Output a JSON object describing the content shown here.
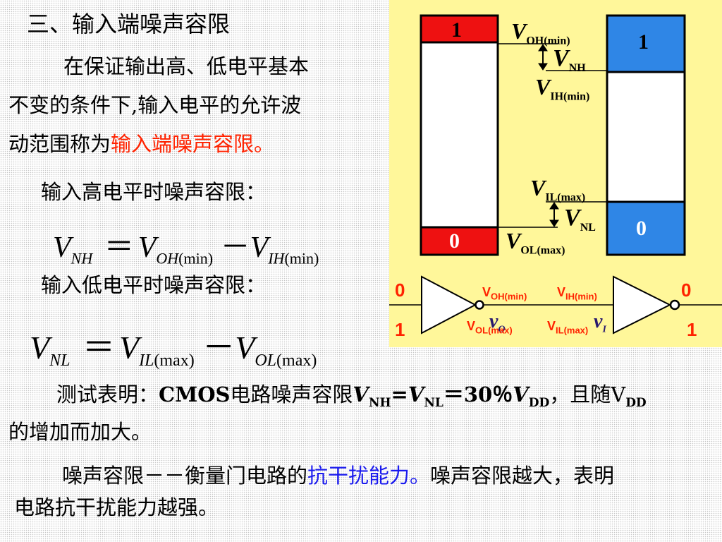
{
  "slide": {
    "heading": "三、输入端噪声容限",
    "intro_line1": "在保证输出高、低电平基本",
    "intro_line2": "不变的条件下,输入电平的允许波",
    "intro_line3_prefix": "动范围称为",
    "intro_line3_highlight": "输入端噪声容限。",
    "high_label": "输入高电平时噪声容限：",
    "formula_nh": {
      "lhs": "V",
      "lhs_sub": "NH",
      "eq": "＝",
      "a": "V",
      "a_sub": "OH",
      "a_suffix": "(min)",
      "minus": "－",
      "b": "V",
      "b_sub": "IH",
      "b_suffix": "(min)"
    },
    "low_label": "输入低电平时噪声容限：",
    "formula_nl": {
      "lhs": "V",
      "lhs_sub": "NL",
      "eq": "＝",
      "a": "V",
      "a_sub": "IL",
      "a_suffix": "(max)",
      "minus": "－",
      "b": "V",
      "b_sub": "OL",
      "b_suffix": "(max)"
    },
    "test_prefix": "测试表明：",
    "test_cmos": "CMOS",
    "test_mid": "电路噪声容限",
    "test_v1": "V",
    "test_v1_sub": "NH",
    "test_eq1": "=",
    "test_v2": "V",
    "test_v2_sub": "NL",
    "test_eq2": "＝30％",
    "test_v3": "V",
    "test_v3_sub": "DD",
    "test_suffix": "，且随V",
    "test_suffix_sub": "DD",
    "test_line2": "的增加而加大。",
    "last_prefix": "噪声容限－－衡量门电路的",
    "last_highlight": "抗干扰能力。",
    "last_suffix": "噪声容限越大，表明",
    "last_line2": "电路抗干扰能力越强。"
  },
  "diagram": {
    "left_high": "1",
    "left_low": "0",
    "right_high": "1",
    "right_low": "0",
    "v_oh_min": "V",
    "v_oh_min_sub": "OH(min)",
    "v_nh": "V",
    "v_nh_sub": "NH",
    "v_ih_min": "V",
    "v_ih_min_sub": "IH(min)",
    "v_il_max": "V",
    "v_il_max_sub": "IL(max)",
    "v_nl": "V",
    "v_nl_sub": "NL",
    "v_ol_max": "V",
    "v_ol_max_sub": "OL(max)",
    "colors": {
      "panel": "#fff79a",
      "red_band": "#ee1111",
      "blue_band": "#2f86e6",
      "highlight_red": "#ff2200",
      "highlight_blue": "#1a1aee"
    }
  },
  "gates": {
    "in_top": "0",
    "in_bottom": "1",
    "out_top": "0",
    "out_bottom": "1",
    "lbl_voh": "V",
    "lbl_voh_sub": "OH(min)",
    "lbl_vih": "V",
    "lbl_vih_sub": "IH(min)",
    "lbl_vol": "V",
    "lbl_vol_sub": "OL(max)",
    "lbl_vil": "V",
    "lbl_vil_sub": "IL(max)",
    "ghost_vo": "v",
    "ghost_vo_sub": "O",
    "ghost_vi": "v",
    "ghost_vi_sub": "I"
  }
}
